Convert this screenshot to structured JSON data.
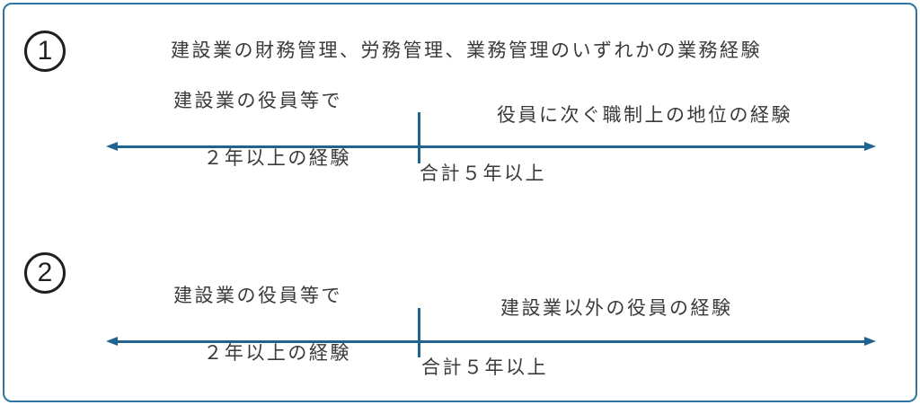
{
  "colors": {
    "frame": "#2e74a4",
    "arrow": "#1f6391",
    "text": "#3a3a3a",
    "circle": "#1f1f1f",
    "bg": "#ffffff"
  },
  "icons": {
    "arrow": "double-headed-horizontal-arrow",
    "tick": "center-divider-tick"
  },
  "sections": [
    {
      "number": "1",
      "title": "建設業の財務管理、労務管理、業務管理のいずれかの業務経験",
      "left_label_line1": "建設業の役員等で",
      "left_label_line2": "２年以上の経験",
      "right_label": "役員に次ぐ職制上の地位の経験",
      "total_label": "合計５年以上"
    },
    {
      "number": "2",
      "left_label_line1": "建設業の役員等で",
      "left_label_line2": "２年以上の経験",
      "right_label": "建設業以外の役員の経験",
      "total_label": "合計５年以上"
    }
  ]
}
